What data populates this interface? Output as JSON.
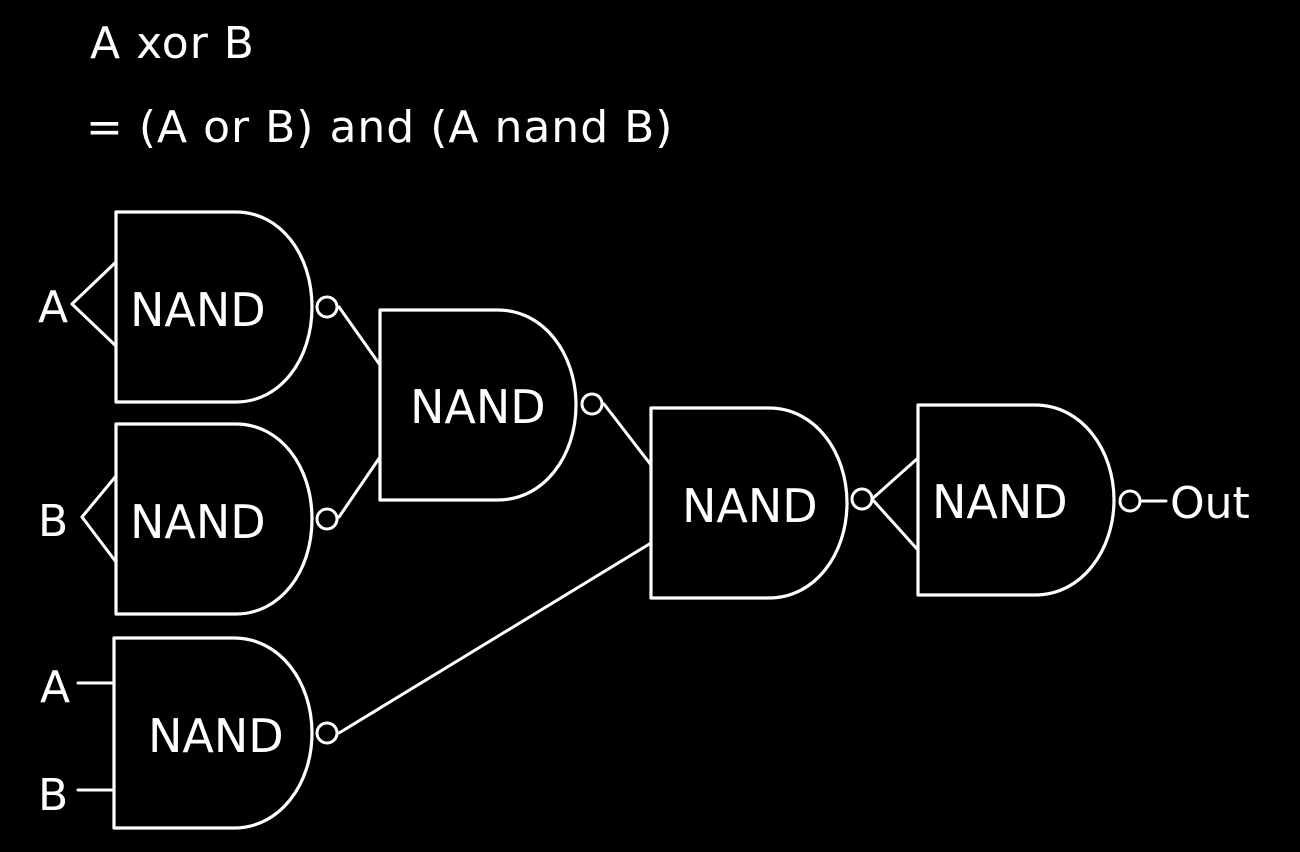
{
  "formula": {
    "line1": "A xor B",
    "line2": "= (A or B) and (A nand  B)"
  },
  "gates": [
    {
      "label": "NAND"
    },
    {
      "label": "NAND"
    },
    {
      "label": "NAND"
    },
    {
      "label": "NAND"
    },
    {
      "label": "NAND"
    },
    {
      "label": "NAND"
    }
  ],
  "inputs": {
    "g1": "A",
    "g2": "B",
    "g3_top": "A",
    "g3_bottom": "B"
  },
  "output": "Out",
  "colors": {
    "background": "#000000",
    "chalk": "#ffffff"
  }
}
